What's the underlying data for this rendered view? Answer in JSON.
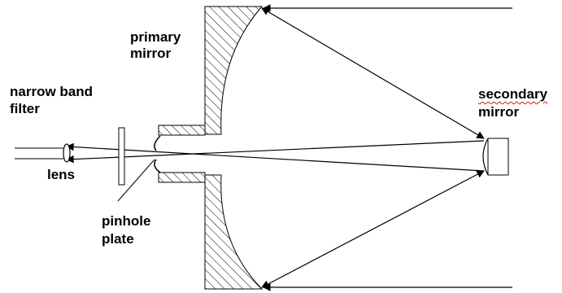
{
  "labels": {
    "primary_mirror": {
      "line1": "primary",
      "line2": "mirror"
    },
    "secondary_mirror": {
      "line1": "secondary",
      "line2": "mirror"
    },
    "filter": {
      "line1": "narrow band",
      "line2": "filter"
    },
    "lens": "lens",
    "pinhole_plate": {
      "line1": "pinhole",
      "line2": "plate"
    }
  },
  "colors": {
    "line": "#000000",
    "background": "#ffffff",
    "spell_check_underline": "#d01818"
  }
}
